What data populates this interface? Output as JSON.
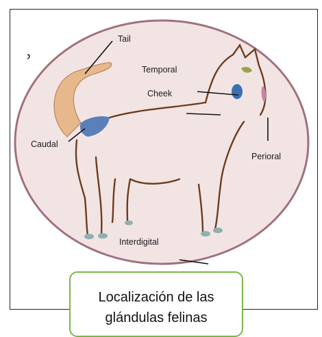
{
  "labels": {
    "tail": "Tail",
    "temporal": "Temporal",
    "cheek": "Cheek",
    "caudal": "Caudal",
    "perioral": "Perioral",
    "interdigital": "Interdigital"
  },
  "caption": {
    "line1": "Localización de las",
    "line2": "glándulas felinas"
  },
  "colors": {
    "oval_fill": "#f3e4e4",
    "oval_stroke": "#a07080",
    "cat_outline": "#6b3d1e",
    "tail_fill": "#e7b88c",
    "caudal_gland": "#5b7fb8",
    "cheek_gland": "#3b6fb5",
    "temporal_gland": "#9aa24a",
    "perioral_gland": "#c784a4",
    "paw_gland": "#8fb0b0",
    "caption_border": "#7ab648"
  }
}
